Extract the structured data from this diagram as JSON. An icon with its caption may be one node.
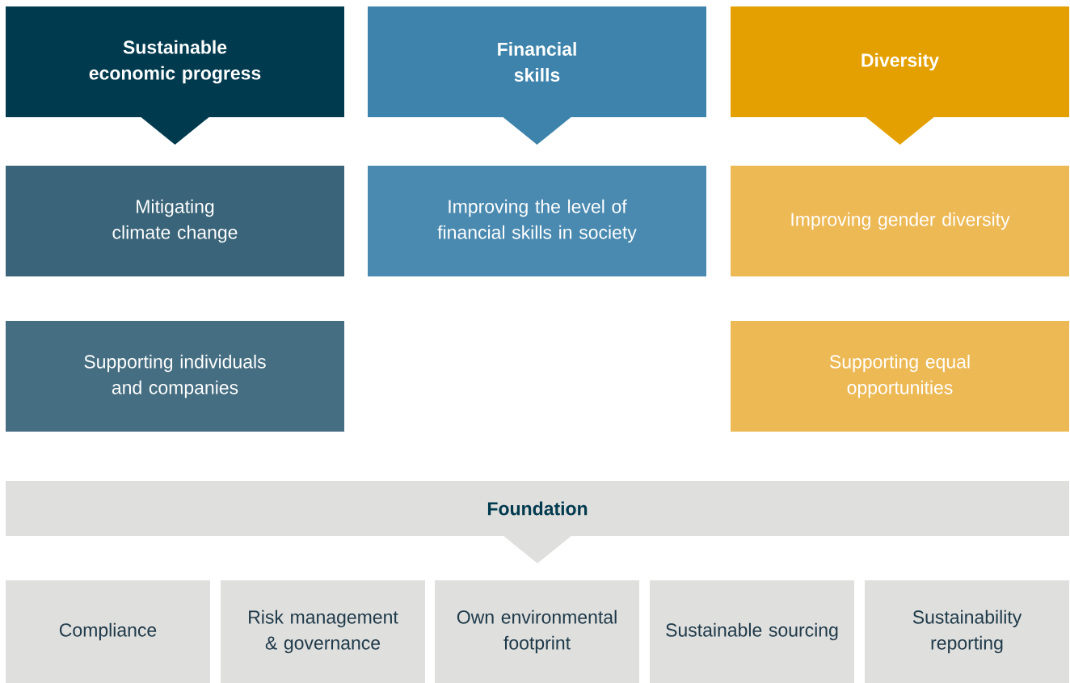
{
  "diagram": {
    "nodes": [
      {
        "text": [
          "Sustainable economic progress"
        ]
      },
      {
        "text": [
          "Financial skills"
        ]
      },
      {
        "text": [
          "Diversity"
        ]
      },
      {
        "text": [
          "Mitigating climate change"
        ]
      },
      {
        "text": [
          "Improving the level of financial skills in society"
        ]
      },
      {
        "text": [
          "Improving gender diversity"
        ]
      },
      {
        "text": [
          "Supporting individuals and companies"
        ]
      },
      {
        "text": [
          "Supporting equal opportunities"
        ]
      },
      {
        "text": [
          "Foundation"
        ]
      },
      {
        "text": [
          "Compliance"
        ]
      },
      {
        "text": [
          "Risk management & governance"
        ]
      },
      {
        "text": [
          "Own environmental footprint"
        ]
      },
      {
        "text": [
          "Sustainable sourcing"
        ]
      },
      {
        "text": [
          "Sustainability reporting"
        ]
      }
    ]
  }
}
